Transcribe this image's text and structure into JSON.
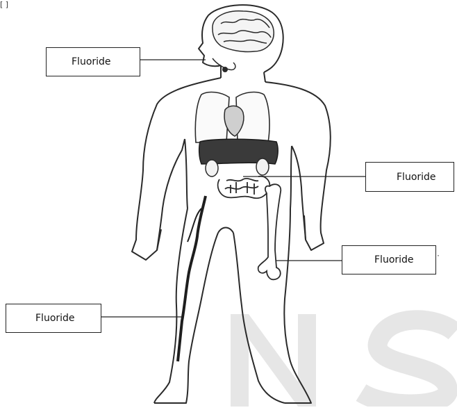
{
  "corner_mark": "[ ]",
  "labels": [
    {
      "id": "label-mouth",
      "text": "Fluoride"
    },
    {
      "id": "label-intestine",
      "text": "Fluoride"
    },
    {
      "id": "label-bone",
      "text": "Fluoride"
    },
    {
      "id": "label-leg",
      "text": "Fluoride"
    }
  ],
  "watermark_text": "NS",
  "colors": {
    "outline": "#2a2a2a",
    "dark_organ": "#3a3a3a",
    "vein": "#1e1e1e",
    "watermark": "#e9e9e9"
  }
}
